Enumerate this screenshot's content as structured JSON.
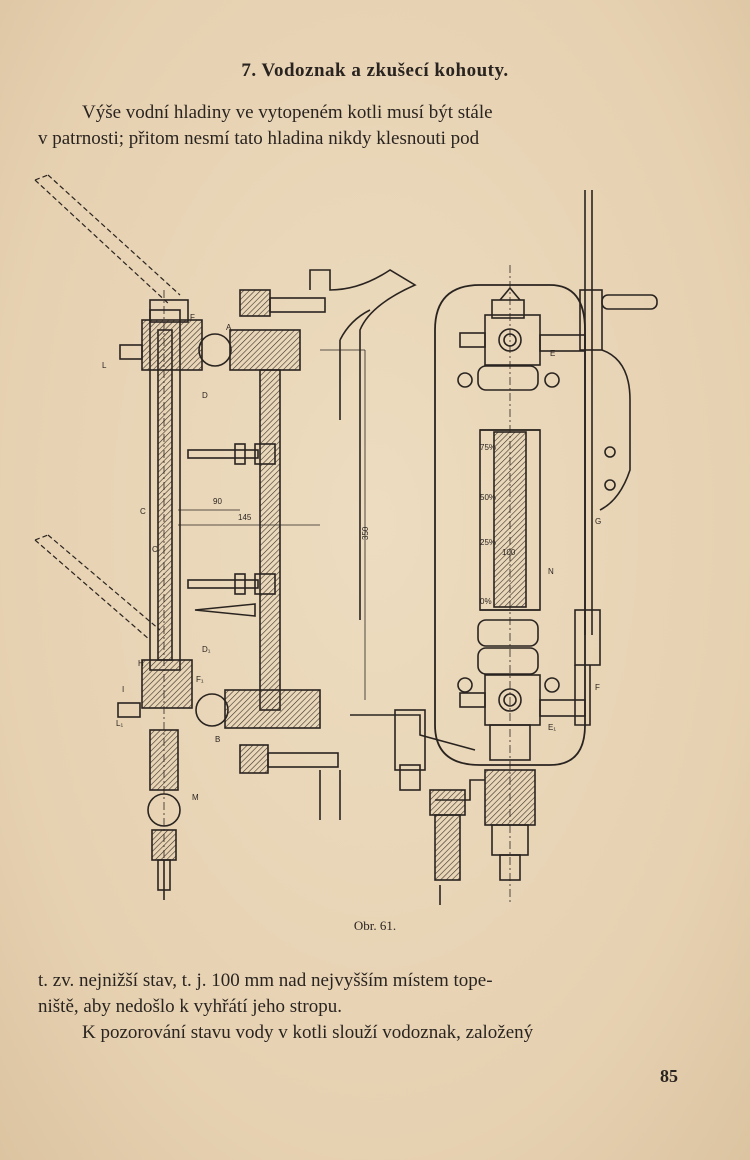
{
  "heading": "7. Vodoznak a zkušecí kohouty.",
  "intro": {
    "line1": "Výše vodní hladiny ve vytopeném kotli musí být stále",
    "line2": "v patrnosti; přitom nesmí tato hladina nikdy klesnouti pod"
  },
  "figure": {
    "caption": "Obr. 61.",
    "labels": {
      "L": "L",
      "F": "F",
      "A": "A",
      "D": "D",
      "C": "C",
      "C2": "C",
      "H": "H",
      "D1": "D₁",
      "F1": "F₁",
      "I": "I",
      "L1": "L₁",
      "B": "B",
      "M": "M",
      "E": "E",
      "G": "G",
      "N": "N",
      "F2": "F",
      "E1": "E₁",
      "dim90": "90",
      "dim145": "145",
      "dim350": "350",
      "pct100": "100",
      "pct75": "75%",
      "pct50": "50%",
      "pct25": "25%",
      "pct0": "0%"
    }
  },
  "body": {
    "line1": "t. zv. nejnižší stav, t. j. 100 mm nad nejvyšším místem tope-",
    "line2": "niště, aby nedošlo k vyhřátí jeho stropu.",
    "line3": "K pozorování stavu vody v kotli slouží vodoznak, založený"
  },
  "page_number": "85"
}
